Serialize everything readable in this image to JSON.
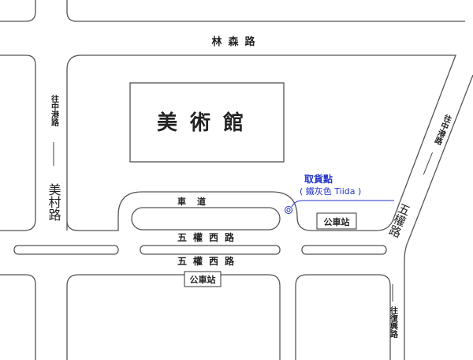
{
  "roads": {
    "top": "林森路",
    "left": "美村路",
    "left_direction": "往中港路",
    "diagonal": "五權路",
    "diagonal_direction": "往中港路",
    "bottom_right_direction": "往復興路",
    "main_upper": "五權西路",
    "main_lower": "五權西路",
    "driveway": "車道"
  },
  "landmarks": {
    "museum": "美術館",
    "bus_stop_upper": "公車站",
    "bus_stop_lower": "公車站"
  },
  "pickup": {
    "title": "取貨點",
    "note": "( 鐵灰色 Tiida )",
    "color": "#2233cc",
    "marker_icon": "target-icon"
  }
}
